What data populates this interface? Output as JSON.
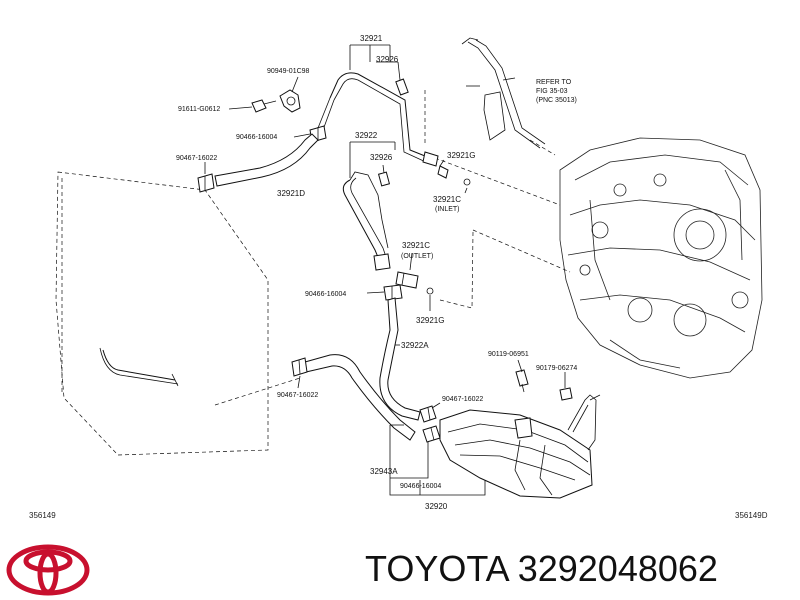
{
  "diagram": {
    "labels": {
      "p32921": "32921",
      "p32926a": "32926",
      "p90949": "90949-01C98",
      "p91611": "91611-G0612",
      "p90466a": "90466-16004",
      "p90467a": "90467-16022",
      "p32921d": "32921D",
      "p32922": "32922",
      "p32926b": "32926",
      "p32921g_a": "32921G",
      "p32921c_a": "32921C",
      "inlet": "(INLET)",
      "p32921c_b": "32921C",
      "outlet": "(OUTLET)",
      "p90466b": "90466-16004",
      "p32921g_b": "32921G",
      "p32922a": "32922A",
      "p90119": "90119-06951",
      "p90179": "90179-06274",
      "p90467b": "90467-16022",
      "p90467c": "90467-16022",
      "p32943a": "32943A",
      "p90466c": "90466-16004",
      "p32920": "32920",
      "ref1": "REFER TO",
      "ref2": "FIG 35-03",
      "ref3": "(PNC 35013)"
    },
    "ref_left": "356149",
    "ref_right": "356149D"
  },
  "footer": {
    "brand": "TOYOTA",
    "part_number": "3292048062",
    "brand_color": "#c8102e"
  }
}
